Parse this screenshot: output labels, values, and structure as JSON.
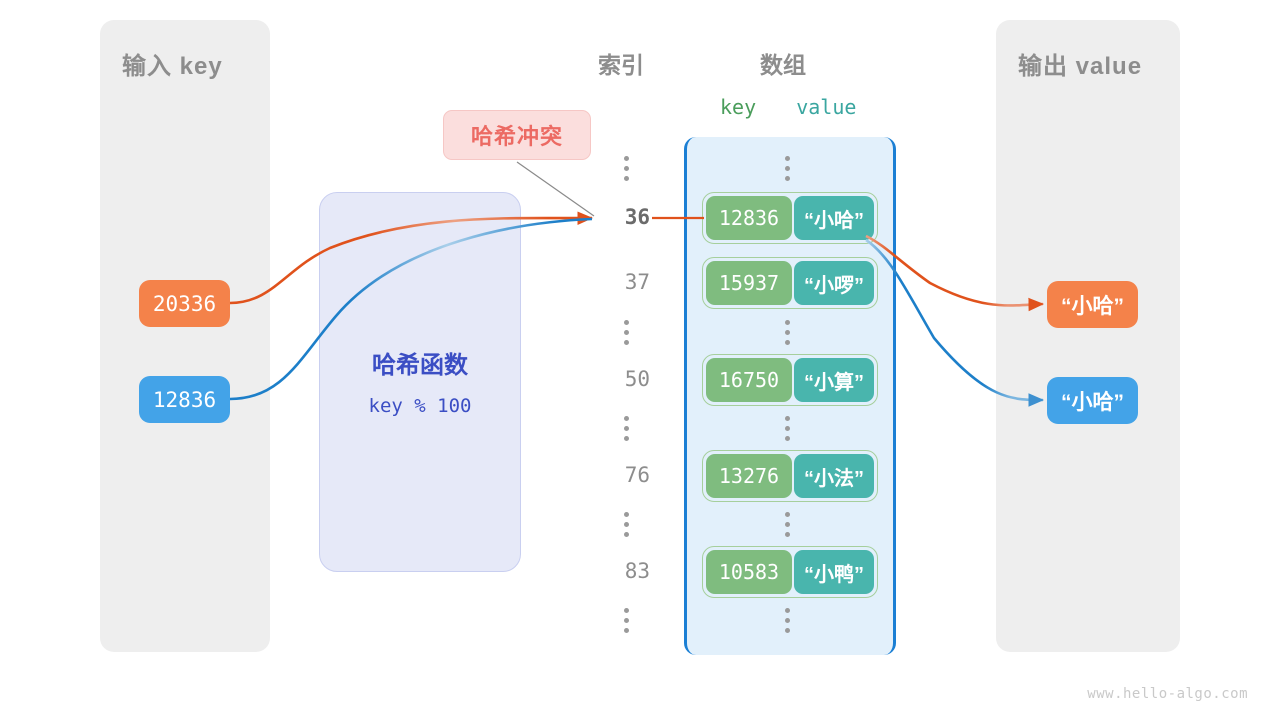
{
  "input_panel": {
    "title": "输入 key"
  },
  "output_panel": {
    "title": "输出 value"
  },
  "headers": {
    "index": "索引",
    "array": "数组",
    "key": "key",
    "value": "value"
  },
  "hash_function": {
    "title": "哈希函数",
    "formula": "key % 100"
  },
  "collision_badge": {
    "label": "哈希冲突"
  },
  "inputs": [
    {
      "value": "20336",
      "color": "#f4824a"
    },
    {
      "value": "12836",
      "color": "#43a3e8"
    }
  ],
  "outputs": [
    {
      "value": "“小哈”",
      "color": "#f4824a"
    },
    {
      "value": "“小哈”",
      "color": "#43a3e8"
    }
  ],
  "buckets": [
    {
      "index": "36",
      "key": "12836",
      "value": "“小哈”",
      "highlight": true
    },
    {
      "index": "37",
      "key": "15937",
      "value": "“小啰”",
      "highlight": false
    },
    {
      "index": "50",
      "key": "16750",
      "value": "“小算”",
      "highlight": false
    },
    {
      "index": "76",
      "key": "13276",
      "value": "“小法”",
      "highlight": false
    },
    {
      "index": "83",
      "key": "10583",
      "value": "“小鸭”",
      "highlight": false
    }
  ],
  "ellipsis_symbol": "⋮",
  "watermark": "www.hello-algo.com",
  "colors": {
    "panel_bg": "#eeeeee",
    "array_bg": "#e2f0fb",
    "array_border": "#1b7fd4",
    "key_cell": "#7fbc7f",
    "value_cell": "#49b5ad",
    "hash_box_bg": "#e6e9f8",
    "hash_text": "#3b4ec4",
    "badge_bg": "#fbdedd",
    "badge_text": "#ec6a63",
    "orange_link": "#e0521c",
    "blue_link": "#1d7fc9"
  }
}
